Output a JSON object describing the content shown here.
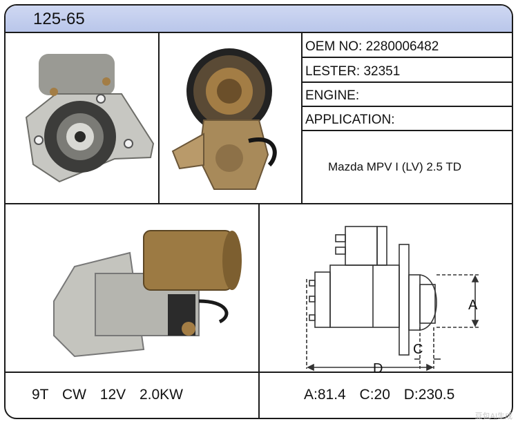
{
  "header": {
    "model": "125-65"
  },
  "specs": {
    "oem": "OEM NO: 2280006482",
    "lester": "LESTER:  32351",
    "engine": "ENGINE:",
    "application_label": "APPLICATION:",
    "application_value": "Mazda MPV I (LV) 2.5 TD"
  },
  "footer": {
    "left": "9T   CW   12V   2.0KW",
    "right": "A:81.4   C:20   D:230.5"
  },
  "diagram": {
    "label_a": "A",
    "label_c": "C",
    "label_d": "D"
  },
  "watermark": "豆包AI生成",
  "colors": {
    "header_bg": "#c3cdee",
    "line": "#1a1a1a",
    "brass": "#a37d45"
  }
}
